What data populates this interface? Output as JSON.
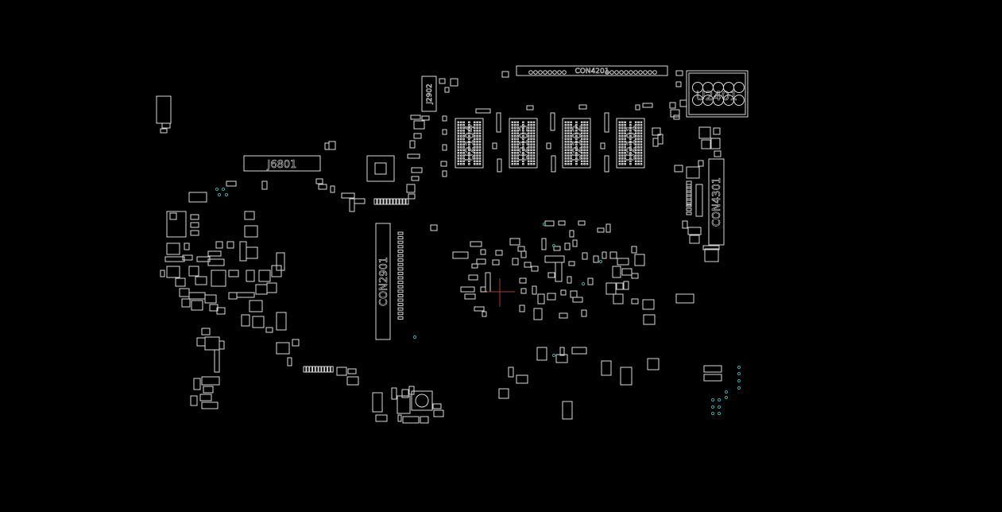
{
  "viewer": {
    "background": "#000000",
    "outline_color": "#d8d8d8",
    "via_color": "#2aa8a8",
    "cursor_color": "#a03a3a"
  },
  "components": {
    "con4201": "CON4201",
    "u2401": "U2401",
    "j2902": "J2902",
    "u2104": "U2104",
    "u2103": "U2103",
    "u2102": "U2102",
    "u2101": "U2101",
    "j6801": "J6801",
    "con4301": "CON4301",
    "con2901": "CON2901"
  }
}
